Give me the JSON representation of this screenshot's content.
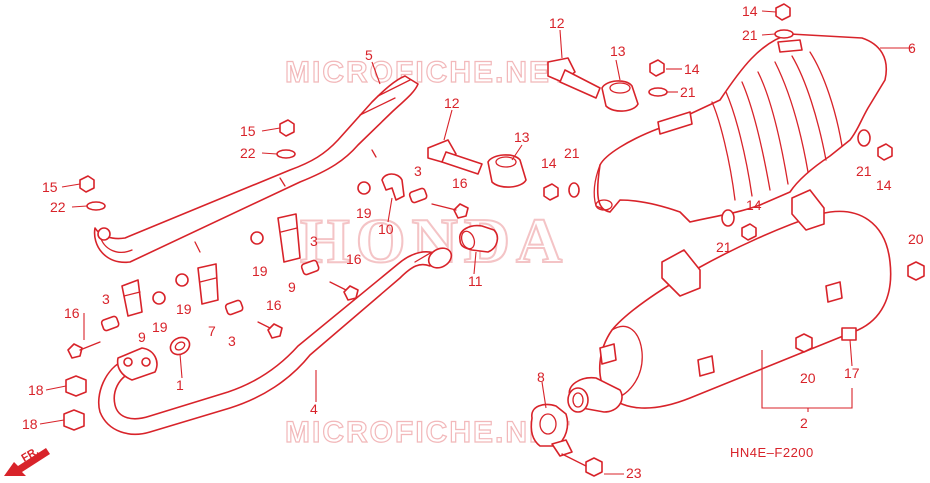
{
  "diagram_code": "HN4E–F2200",
  "direction_label": "FR.",
  "watermark": {
    "top": "MICROFICHE.NET",
    "center": "HONDA",
    "bottom": "MICROFICHE.NET"
  },
  "callouts": {
    "n1": "1",
    "n2": "2",
    "n3a": "3",
    "n3b": "3",
    "n3c": "3",
    "n3d": "3",
    "n4": "4",
    "n5": "5",
    "n6": "6",
    "n7": "7",
    "n8": "8",
    "n9a": "9",
    "n9b": "9",
    "n10": "10",
    "n11": "11",
    "n12a": "12",
    "n12b": "12",
    "n13a": "13",
    "n13b": "13",
    "n14a": "14",
    "n14b": "14",
    "n14c": "14",
    "n14d": "14",
    "n14e": "14",
    "n15a": "15",
    "n15b": "15",
    "n16a": "16",
    "n16b": "16",
    "n16c": "16",
    "n16d": "16",
    "n17": "17",
    "n18a": "18",
    "n18b": "18",
    "n19a": "19",
    "n19b": "19",
    "n19c": "19",
    "n19d": "19",
    "n20a": "20",
    "n20b": "20",
    "n21a": "21",
    "n21b": "21",
    "n21c": "21",
    "n21d": "21",
    "n21e": "21",
    "n22a": "22",
    "n22b": "22",
    "n23": "23"
  },
  "colors": {
    "line": "#d8232a",
    "watermark": "#f2b8ba",
    "background": "#ffffff"
  }
}
